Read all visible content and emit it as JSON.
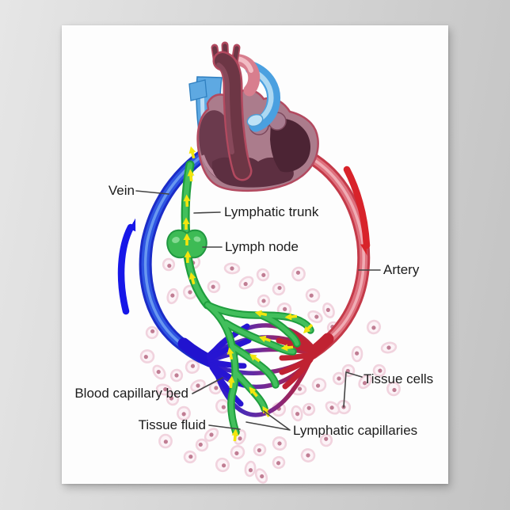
{
  "scene": {
    "type": "anatomy-poster",
    "subject": "Lymphatic system circulation diagram",
    "background_color": "#d6d6d6",
    "poster_color": "#fdfdfd"
  },
  "labels": {
    "vein": "Vein",
    "lymphatic_trunk": "Lymphatic trunk",
    "lymph_node": "Lymph node",
    "artery": "Artery",
    "blood_capillary_bed": "Blood capillary bed",
    "tissue_fluid": "Tissue fluid",
    "tissue_cells": "Tissue cells",
    "lymphatic_capillaries": "Lymphatic capillaries"
  },
  "colors": {
    "vein_blue": "#2e55e2",
    "vein_blue_dark": "#1b2cc8",
    "vein_blue_deep": "#2113cf",
    "artery_red": "#df717e",
    "artery_red_dark": "#c43a49",
    "artery_red_deep": "#c02232",
    "lymph_green": "#42bf5c",
    "lymph_green_dark": "#1f9e3e",
    "flow_arrow_yellow": "#f3e50e",
    "vein_direction_arrow": "#1717e8",
    "artery_direction_arrow": "#d8232a",
    "capillary_gradient": [
      "#2513d6",
      "#4d2bb4",
      "#7c2a8e",
      "#a32350",
      "#c22738"
    ],
    "tissue_cell_fill": "#fcf3f7",
    "tissue_cell_border": "#f1d3de",
    "tissue_cell_nucleus": "#c07d93",
    "heart_body": "#ab7c8c",
    "heart_outline": "#b34a60",
    "heart_chamber_dark": "#5d2f41",
    "aorta_dark": "#6d3645",
    "vessel_light_blue": "#5ea9e2",
    "label_text": "#1c1c1c",
    "leader_line": "#444444"
  },
  "tissue_cells": [
    [
      213,
      334
    ],
    [
      244,
      331
    ],
    [
      293,
      339
    ],
    [
      332,
      347
    ],
    [
      377,
      346
    ],
    [
      311,
      357
    ],
    [
      270,
      362
    ],
    [
      240,
      369
    ],
    [
      218,
      374
    ],
    [
      352,
      365
    ],
    [
      395,
      373
    ],
    [
      415,
      392
    ],
    [
      333,
      380
    ],
    [
      359,
      391
    ],
    [
      398,
      400
    ],
    [
      421,
      414
    ],
    [
      472,
      413
    ],
    [
      491,
      439
    ],
    [
      479,
      468
    ],
    [
      497,
      491
    ],
    [
      461,
      482
    ],
    [
      440,
      468
    ],
    [
      434,
      514
    ],
    [
      451,
      447
    ],
    [
      192,
      420
    ],
    [
      186,
      450
    ],
    [
      201,
      470
    ],
    [
      223,
      474
    ],
    [
      243,
      463
    ],
    [
      207,
      492
    ],
    [
      218,
      504
    ],
    [
      232,
      522
    ],
    [
      250,
      487
    ],
    [
      272,
      490
    ],
    [
      281,
      513
    ],
    [
      303,
      552
    ],
    [
      328,
      568
    ],
    [
      353,
      560
    ],
    [
      375,
      522
    ],
    [
      390,
      517
    ],
    [
      403,
      486
    ],
    [
      420,
      515
    ],
    [
      428,
      478
    ],
    [
      352,
      517
    ],
    [
      377,
      492
    ],
    [
      255,
      562
    ],
    [
      209,
      557
    ],
    [
      267,
      549
    ],
    [
      240,
      577
    ],
    [
      281,
      587
    ],
    [
      316,
      592
    ],
    [
      352,
      584
    ],
    [
      389,
      575
    ],
    [
      330,
      601
    ],
    [
      412,
      556
    ],
    [
      300,
      571
    ]
  ]
}
